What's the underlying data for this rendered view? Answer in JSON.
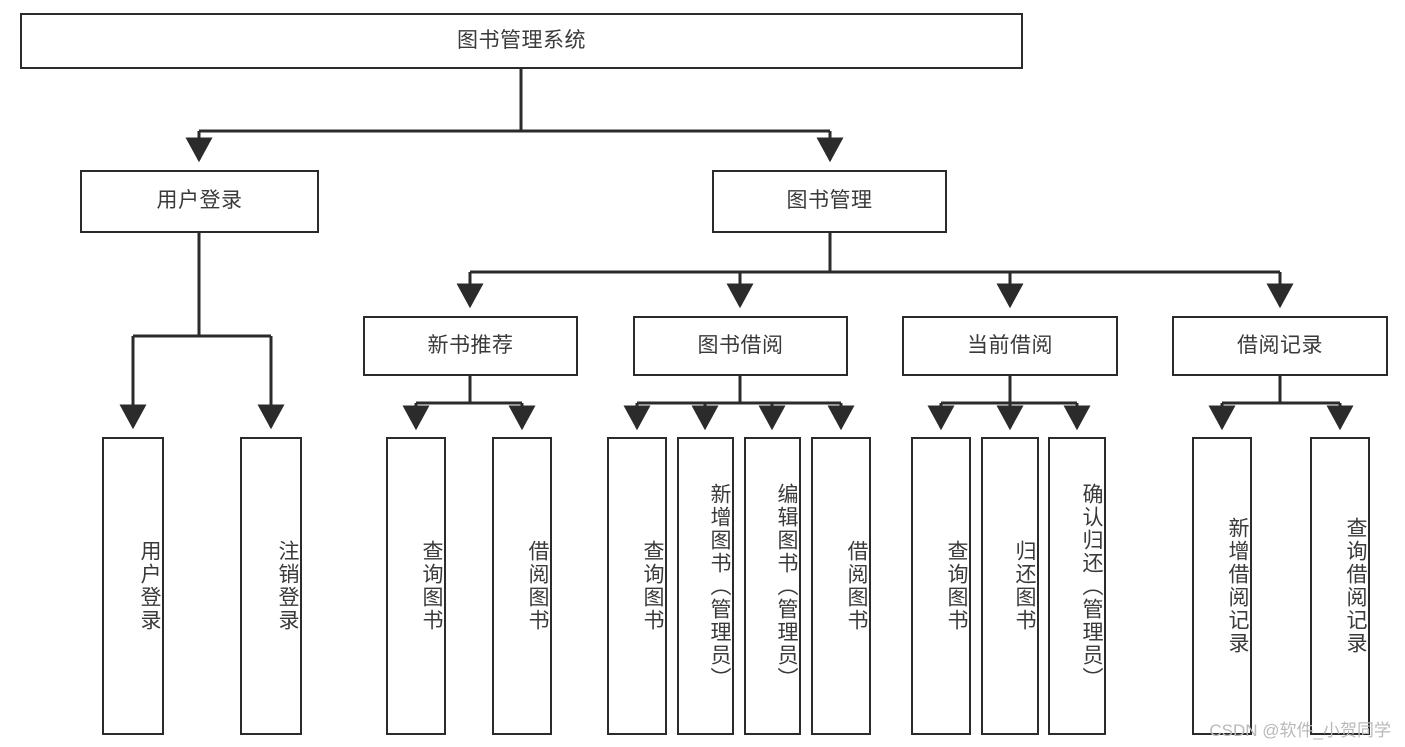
{
  "diagram": {
    "title": "图书管理系统",
    "type": "tree-hierarchy-chart",
    "colors": {
      "box_border": "#2b2b2b",
      "box_fill": "#ffffff",
      "text": "#3a3a3a",
      "edge": "#2b2b2b",
      "watermark": "#b9b9b9"
    },
    "root": {
      "label": "图书管理系统"
    },
    "level2": [
      {
        "label": "用户登录"
      },
      {
        "label": "图书管理"
      }
    ],
    "level3": [
      {
        "label": "新书推荐"
      },
      {
        "label": "图书借阅"
      },
      {
        "label": "当前借阅"
      },
      {
        "label": "借阅记录"
      }
    ],
    "leaves": {
      "user_login": [
        {
          "label": "用户登录"
        },
        {
          "label": "注销登录"
        }
      ],
      "new_book_recommend": [
        {
          "label": "查询图书"
        },
        {
          "label": "借阅图书"
        }
      ],
      "book_borrow": [
        {
          "label": "查询图书"
        },
        {
          "label": "新增图书（管理员）"
        },
        {
          "label": "编辑图书（管理员）"
        },
        {
          "label": "借阅图书"
        }
      ],
      "current_borrow": [
        {
          "label": "查询图书"
        },
        {
          "label": "归还图书"
        },
        {
          "label": "确认归还（管理员）"
        }
      ],
      "borrow_record": [
        {
          "label": "新增借阅记录"
        },
        {
          "label": "查询借阅记录"
        }
      ]
    },
    "watermark": "CSDN @软件_小贺同学"
  }
}
